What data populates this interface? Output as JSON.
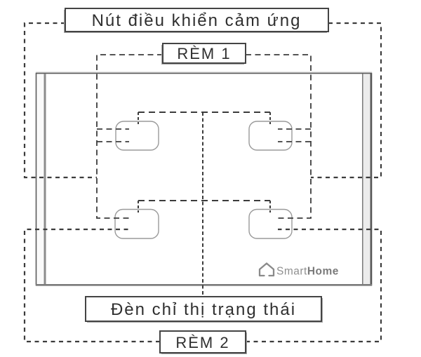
{
  "diagram": {
    "title_context": "smart curtain touch switch callout diagram",
    "labels": {
      "touch_buttons": "Nút điều khiển cảm ứng",
      "curtain_1": "RÈM 1",
      "status_led": "Đèn chỉ thị trạng thái",
      "curtain_2": "RÈM 2"
    },
    "logo": {
      "smart": "Smart",
      "home": "Home"
    },
    "colors": {
      "line_dash": "#3c3c3c",
      "panel_border": "#5a5a5a",
      "panel_bezel": "#8c8c8c",
      "button_stroke": "#9a9a9a",
      "label_border": "#444444",
      "label_shadow": "#a8a8a8",
      "logo_gray": "#8a8a8a",
      "text": "#2f2f2f"
    }
  }
}
